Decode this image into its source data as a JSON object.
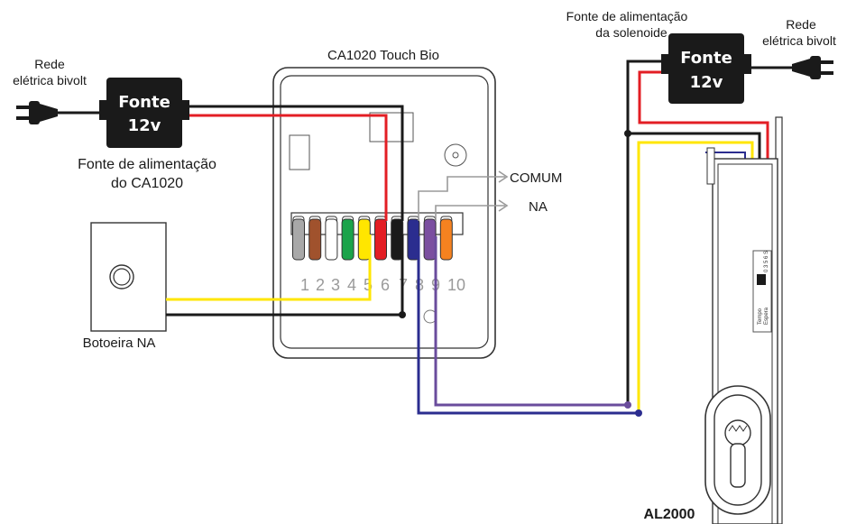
{
  "labels": {
    "device_title": "CA1020 Touch Bio",
    "mains_left_1": "Rede",
    "mains_left_2": "elétrica bivolt",
    "supply_left_box_1": "Fonte",
    "supply_left_box_2": "12v",
    "supply_left_caption_1": "Fonte de alimentação",
    "supply_left_caption_2": "do CA1020",
    "supply_right_caption_1": "Fonte de alimentação",
    "supply_right_caption_2": "da solenoide",
    "supply_right_box_1": "Fonte",
    "supply_right_box_2": "12v",
    "mains_right_1": "Rede",
    "mains_right_2": "elétrica bivolt",
    "comum": "COMUM",
    "na": "NA",
    "button": "Botoeira NA",
    "lock": "AL2000",
    "lock_tempo": "Tempo",
    "lock_espera": "Espera",
    "lock_scale": "0 3 5 6 S"
  },
  "terminals": [
    {
      "num": "1",
      "color": "#a8a8a8"
    },
    {
      "num": "2",
      "color": "#a0522d"
    },
    {
      "num": "3",
      "color": "#ffffff"
    },
    {
      "num": "4",
      "color": "#1aa34a"
    },
    {
      "num": "5",
      "color": "#ffe600"
    },
    {
      "num": "6",
      "color": "#e31e24"
    },
    {
      "num": "7",
      "color": "#1a1a1a"
    },
    {
      "num": "8",
      "color": "#2b2d8f"
    },
    {
      "num": "9",
      "color": "#7b4fa0"
    },
    {
      "num": "10",
      "color": "#f58220"
    }
  ],
  "wire_colors": {
    "black": "#1a1a1a",
    "red": "#e31e24",
    "yellow": "#ffe600",
    "blue": "#2b2d8f",
    "purple": "#6a4c9c",
    "gray": "#9a9a9a"
  }
}
